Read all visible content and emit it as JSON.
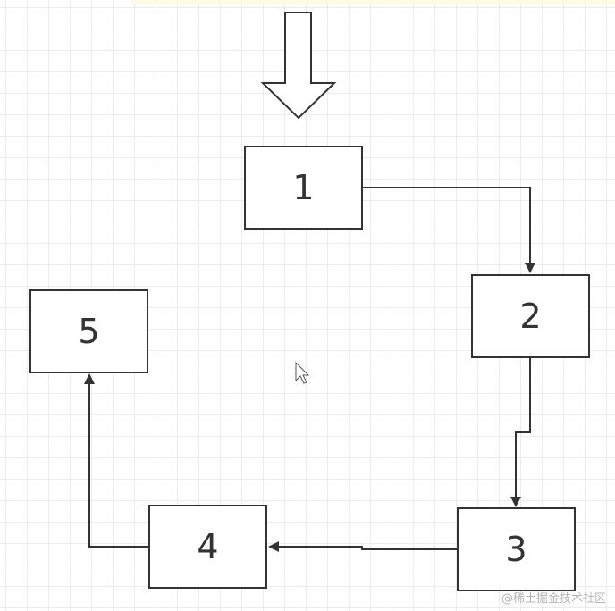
{
  "diagram": {
    "nodes": [
      {
        "id": "1",
        "label": "1"
      },
      {
        "id": "2",
        "label": "2"
      },
      {
        "id": "3",
        "label": "3"
      },
      {
        "id": "4",
        "label": "4"
      },
      {
        "id": "5",
        "label": "5"
      }
    ],
    "edges": [
      {
        "from": "1",
        "to": "2"
      },
      {
        "from": "2",
        "to": "3"
      },
      {
        "from": "3",
        "to": "4"
      },
      {
        "from": "4",
        "to": "5"
      }
    ],
    "entry_arrow_target": "1"
  },
  "watermark": "@稀土掘金技术社区",
  "colors": {
    "stroke": "#333333",
    "grid": "#ececec",
    "background": "#ffffff"
  }
}
